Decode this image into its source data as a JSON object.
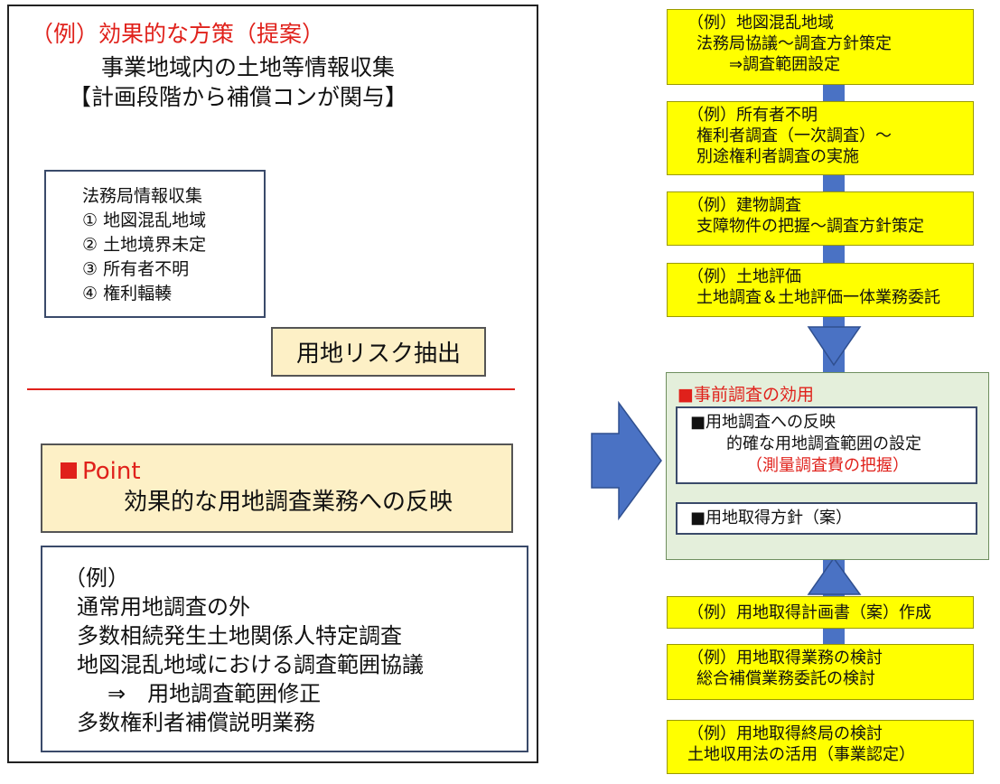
{
  "left": {
    "title": "（例）効果的な方策（提案）",
    "subtitle_1": "事業地域内の土地等情報収集",
    "subtitle_2": "【計画段階から補償コンが関与】",
    "info_box": {
      "heading": "法務局情報収集",
      "items": [
        "① 地図混乱地域",
        "② 土地境界未定",
        "③ 所有者不明",
        "④ 権利輻輳"
      ]
    },
    "risk_box": "用地リスク抽出",
    "point": {
      "label": "Point",
      "text": "効果的な用地調査業務への反映"
    },
    "example_box": {
      "lines": [
        "（例）",
        "通常用地調査の外",
        "多数相続発生土地関係人特定調査",
        "地図混乱地域における調査範囲協議",
        "⇒　用地調査範囲修正",
        "多数権利者補償説明業務"
      ]
    }
  },
  "right": {
    "top_boxes": [
      {
        "lines": [
          "（例）地図混乱地域",
          "法務局協議～調査方針策定",
          "⇒調査範囲設定"
        ]
      },
      {
        "lines": [
          "（例）所有者不明",
          "権利者調査（一次調査）～",
          "別途権利者調査の実施"
        ]
      },
      {
        "lines": [
          "（例）建物調査",
          "支障物件の把握～調査方針策定"
        ]
      },
      {
        "lines": [
          "（例）土地評価",
          "土地調査＆土地評価一体業務委託"
        ]
      }
    ],
    "effect": {
      "title": "■事前調査の効用",
      "box1": {
        "line1": "■用地調査への反映",
        "line2": "的確な用地調査範囲の設定",
        "line3": "（測量調査費の把握）"
      },
      "box2": "■用地取得方針（案）"
    },
    "bottom_boxes": [
      {
        "lines": [
          "（例）用地取得計画書（案）作成"
        ]
      },
      {
        "lines": [
          "（例）用地取得業務の検討",
          "総合補償業務委託の検討"
        ]
      },
      {
        "lines": [
          "（例）用地取得終局の検討",
          "土地収用法の活用（事業認定）"
        ]
      }
    ]
  },
  "colors": {
    "accent_red": "#e0211b",
    "arrow_blue": "#4a72c4",
    "highlight_yellow": "#ffff00",
    "cream": "#fdf0c6",
    "effect_green": "#e4efdb"
  }
}
